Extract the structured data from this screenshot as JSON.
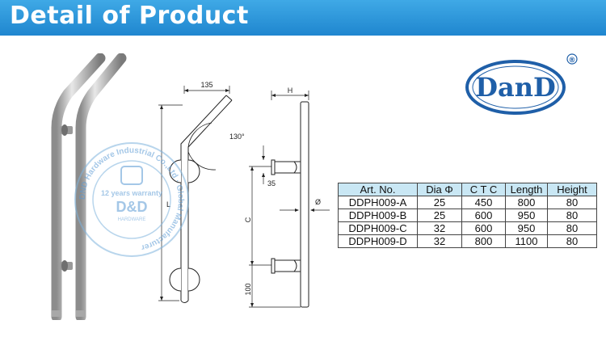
{
  "banner": {
    "title": "Detail of Product"
  },
  "logo": {
    "text": "DanD",
    "registered_mark": "®"
  },
  "watermark": {
    "ring_text": "DND Hardware Industrial Co.,Ltd · Global Manufacturer",
    "warranty": "12 years warranty",
    "brand": "D&D",
    "sub": "HARDWARE"
  },
  "drawing": {
    "dim_135": "135",
    "dim_angle": "130°",
    "dim_H": "H",
    "dim_L": "L",
    "dim_35": "35",
    "dim_C": "C",
    "dim_100": "100",
    "dim_dia": "Ø"
  },
  "spec_table": {
    "headers": [
      "Art. No.",
      "Dia Φ",
      "C T C",
      "Length",
      "Height"
    ],
    "rows": [
      [
        "DDPH009-A",
        "25",
        "450",
        "800",
        "80"
      ],
      [
        "DDPH009-B",
        "25",
        "600",
        "950",
        "80"
      ],
      [
        "DDPH009-C",
        "32",
        "600",
        "950",
        "80"
      ],
      [
        "DDPH009-D",
        "32",
        "800",
        "1100",
        "80"
      ]
    ]
  },
  "colors": {
    "banner": "#2a95dc",
    "logo_blue": "#1f5fa8",
    "table_header": "#c9e7f4"
  }
}
